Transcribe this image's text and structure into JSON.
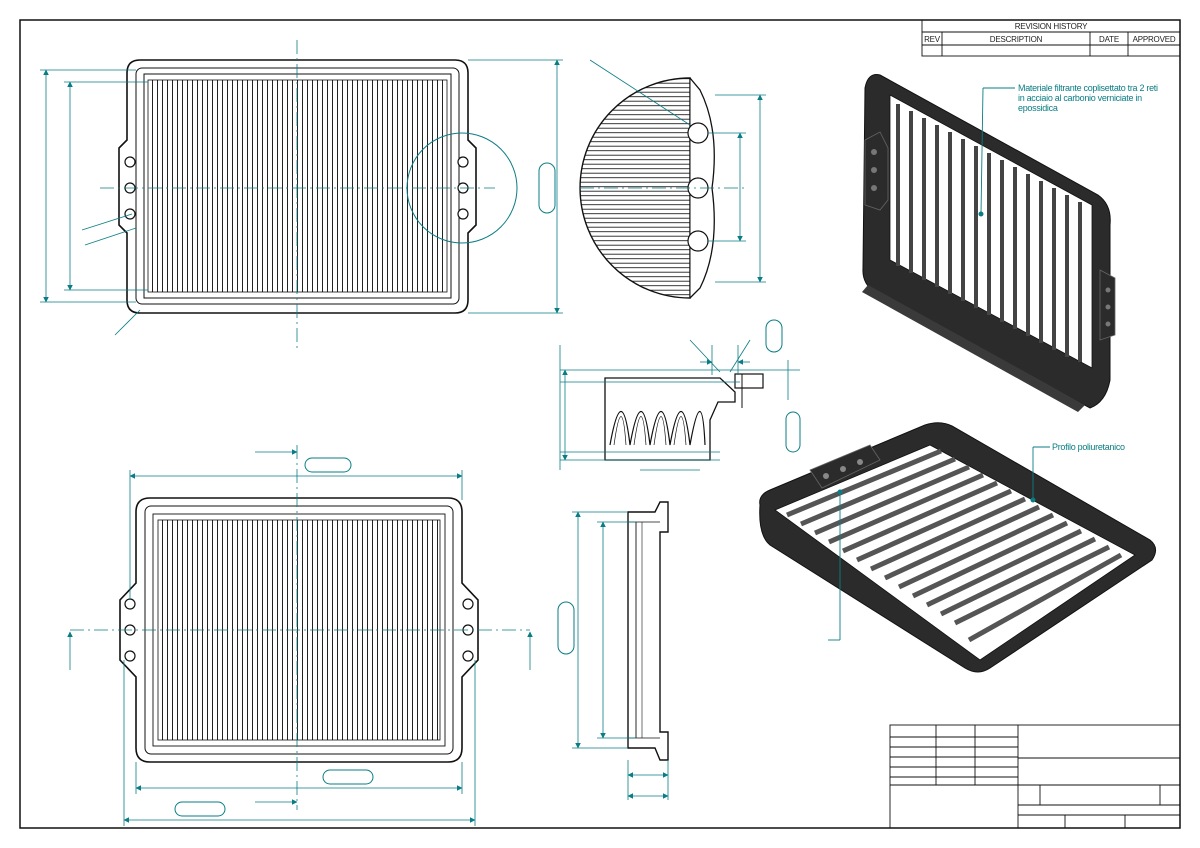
{
  "revision_table": {
    "title": "REVISION HISTORY",
    "columns": [
      "REV",
      "DESCRIPTION",
      "DATE",
      "APPROVED"
    ]
  },
  "callouts": {
    "filter_material": [
      "Materiale filtrante coplisettato tra 2 reti",
      "in acciaio al carbonio verniciate in",
      "epossidica"
    ],
    "frame_profile": "Profilo poliuretanico"
  },
  "colors": {
    "line": "#1a1a1a",
    "dimension": "#0a7d84",
    "sheet": "#ffffff",
    "frame_fill": "#2b2b2b"
  }
}
